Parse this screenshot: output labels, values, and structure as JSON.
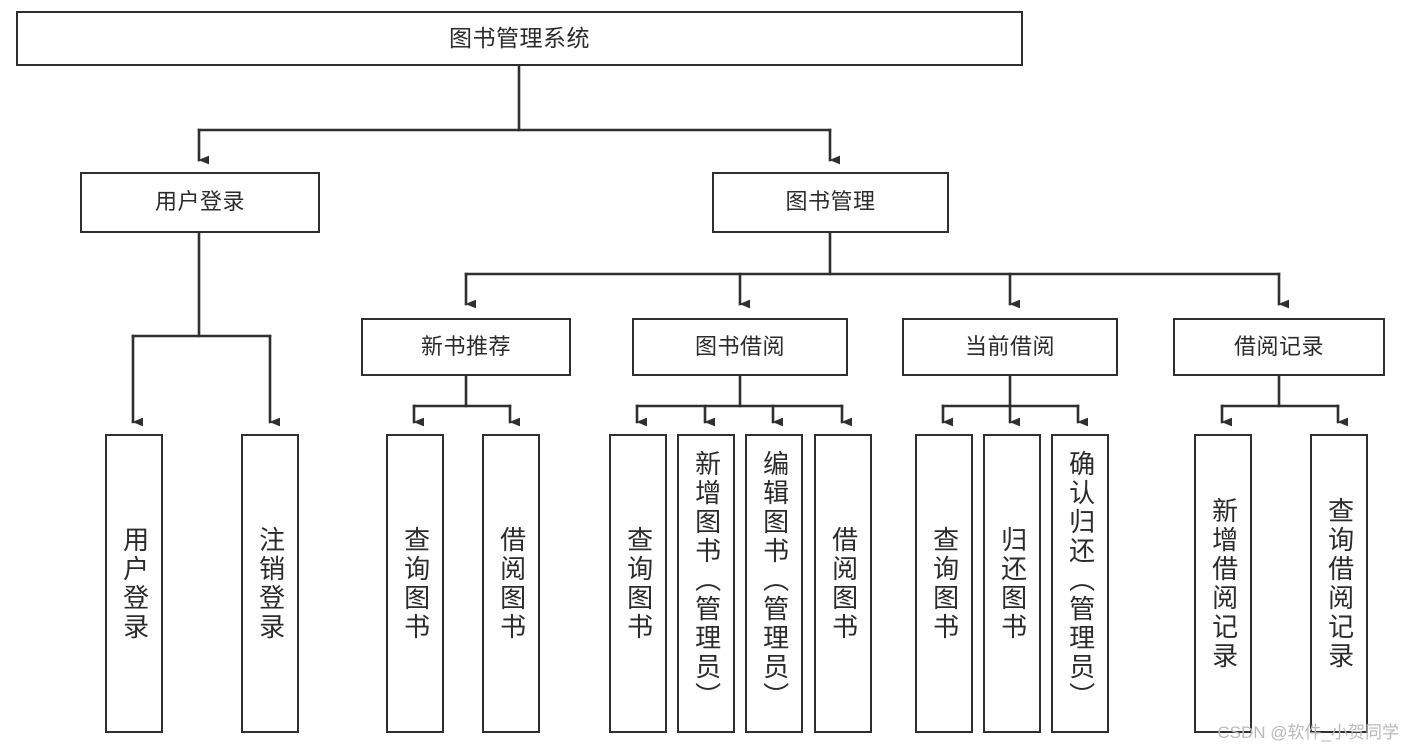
{
  "diagram": {
    "title": "图书管理系统",
    "watermark": "CSDN @软件_小贺同学",
    "colors": {
      "border": "#2f2f2f",
      "text": "#2b2b2b",
      "background": "#ffffff",
      "edge": "#2f2f2f",
      "watermark": "#b9b9b9"
    },
    "root": {
      "label": "图书管理系统"
    },
    "level2": [
      {
        "label": "用户登录"
      },
      {
        "label": "图书管理"
      }
    ],
    "level3": [
      {
        "label": "新书推荐"
      },
      {
        "label": "图书借阅"
      },
      {
        "label": "当前借阅"
      },
      {
        "label": "借阅记录"
      }
    ],
    "leaves": {
      "user_login": [
        {
          "label": "用户登录"
        },
        {
          "label": "注销登录"
        }
      ],
      "new_book_recommend": [
        {
          "label": "查询图书"
        },
        {
          "label": "借阅图书"
        }
      ],
      "book_borrow": [
        {
          "label": "查询图书"
        },
        {
          "label": "新增图书（管理员）"
        },
        {
          "label": "编辑图书（管理员）"
        },
        {
          "label": "借阅图书"
        }
      ],
      "current_borrow": [
        {
          "label": "查询图书"
        },
        {
          "label": "归还图书"
        },
        {
          "label": "确认归还（管理员）"
        }
      ],
      "borrow_record": [
        {
          "label": "新增借阅记录"
        },
        {
          "label": "查询借阅记录"
        }
      ]
    }
  }
}
